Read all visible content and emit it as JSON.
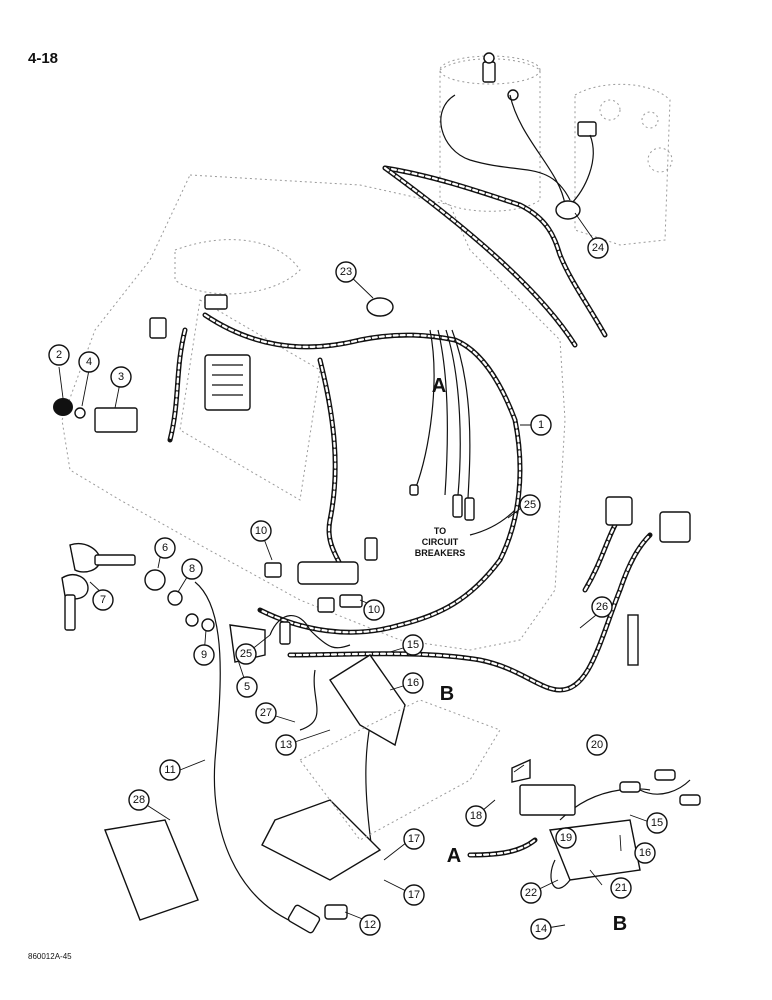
{
  "page": {
    "number": "4-18",
    "figure_code": "860012A-45"
  },
  "labels": {
    "to_circuit_breakers": [
      "TO",
      "CIRCUIT",
      "BREAKERS"
    ],
    "connector_a_top": "A",
    "connector_a_bottom": "A",
    "connector_b_top": "B",
    "connector_b_bottom": "B"
  },
  "callouts": [
    "1",
    "2",
    "3",
    "4",
    "5",
    "6",
    "7",
    "8",
    "9",
    "10",
    "10",
    "11",
    "12",
    "13",
    "14",
    "15",
    "15",
    "16",
    "16",
    "17",
    "17",
    "18",
    "19",
    "20",
    "21",
    "22",
    "23",
    "24",
    "25",
    "25",
    "26",
    "27",
    "28"
  ]
}
